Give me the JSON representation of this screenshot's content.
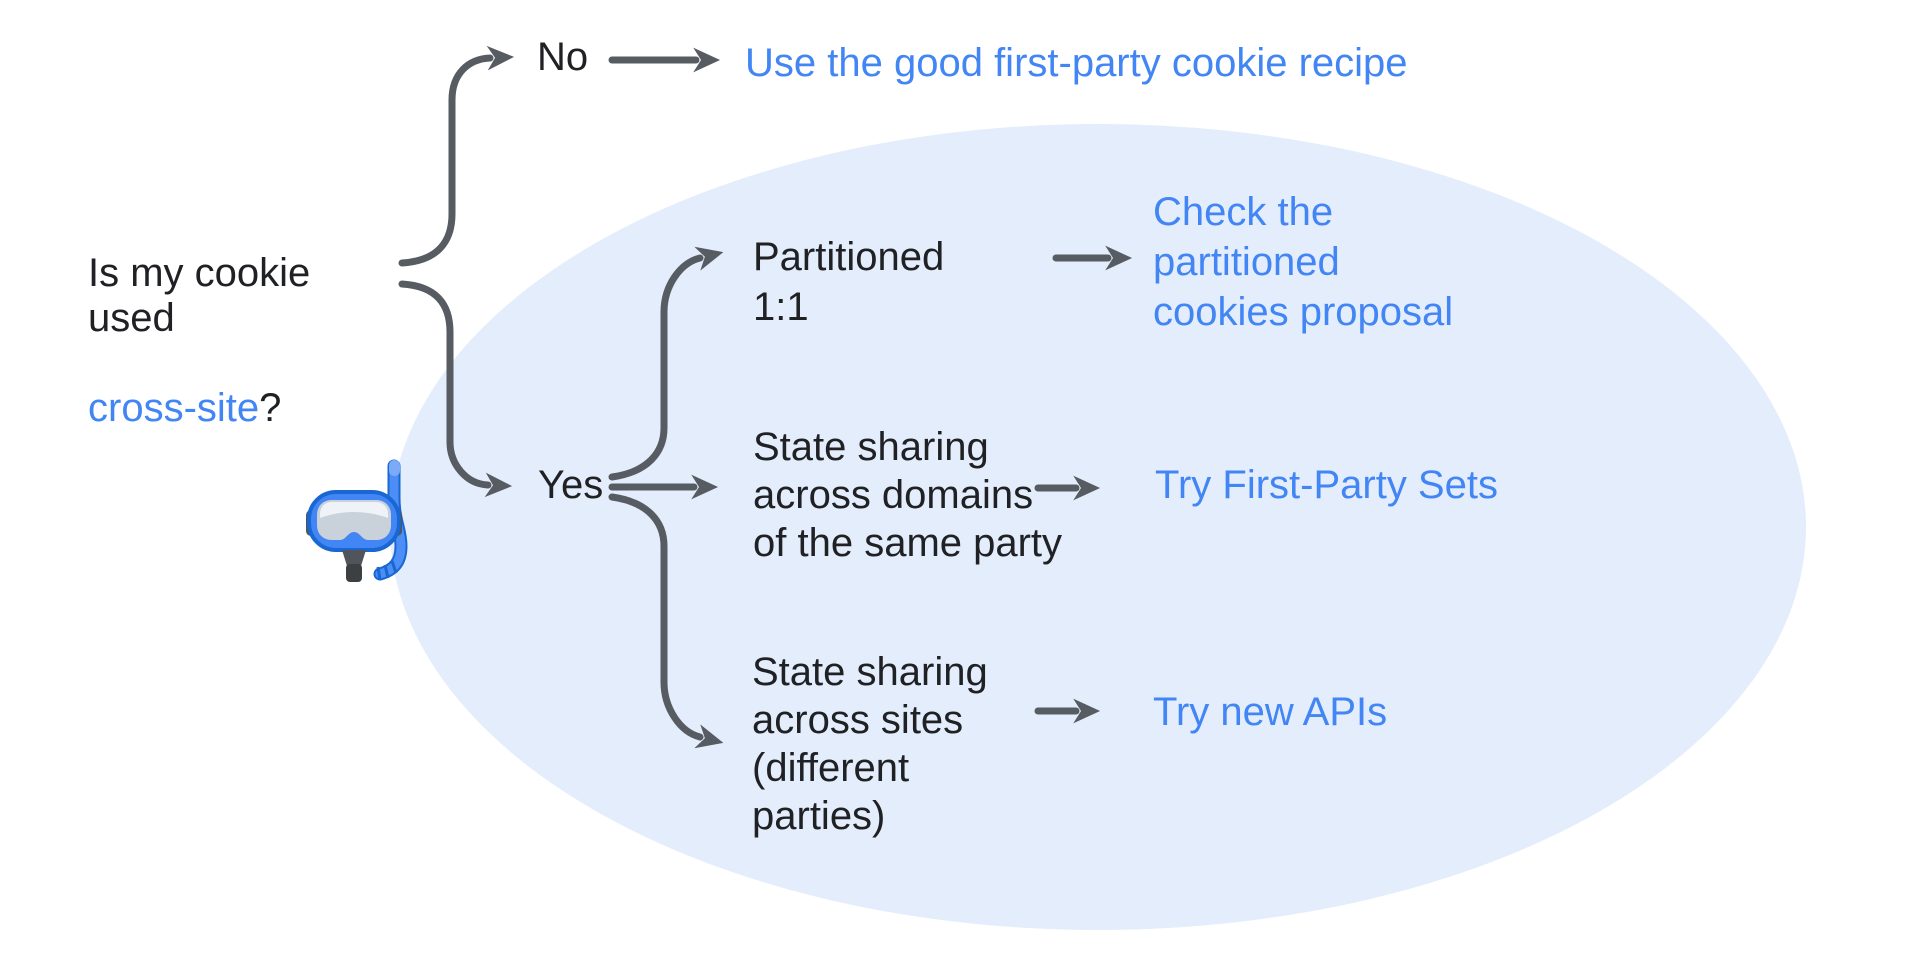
{
  "title": "Is my cookie used cross-site? decision flowchart",
  "colors": {
    "background": "#FFFFFF",
    "ellipse_fill": "#E4EDFB",
    "arrow": "#575C63",
    "text": "#202124",
    "link": "#4285F4"
  },
  "root": {
    "question_start": "Is my cookie\nused",
    "question_link": "cross-site",
    "question_suffix": "?"
  },
  "branches": {
    "no": {
      "label": "No",
      "result": "Use the good first-party cookie recipe"
    },
    "yes": {
      "label": "Yes",
      "cases": [
        {
          "condition": "Partitioned\n1:1",
          "result": "Check the\npartitioned\ncookies proposal"
        },
        {
          "condition": "State sharing\nacross domains\nof the same party",
          "result": "Try First-Party Sets"
        },
        {
          "condition": "State sharing\nacross sites\n(different\nparties)",
          "result": "Try new APIs"
        }
      ]
    }
  },
  "icons": {
    "diving_mask": "diving-mask-emoji"
  }
}
